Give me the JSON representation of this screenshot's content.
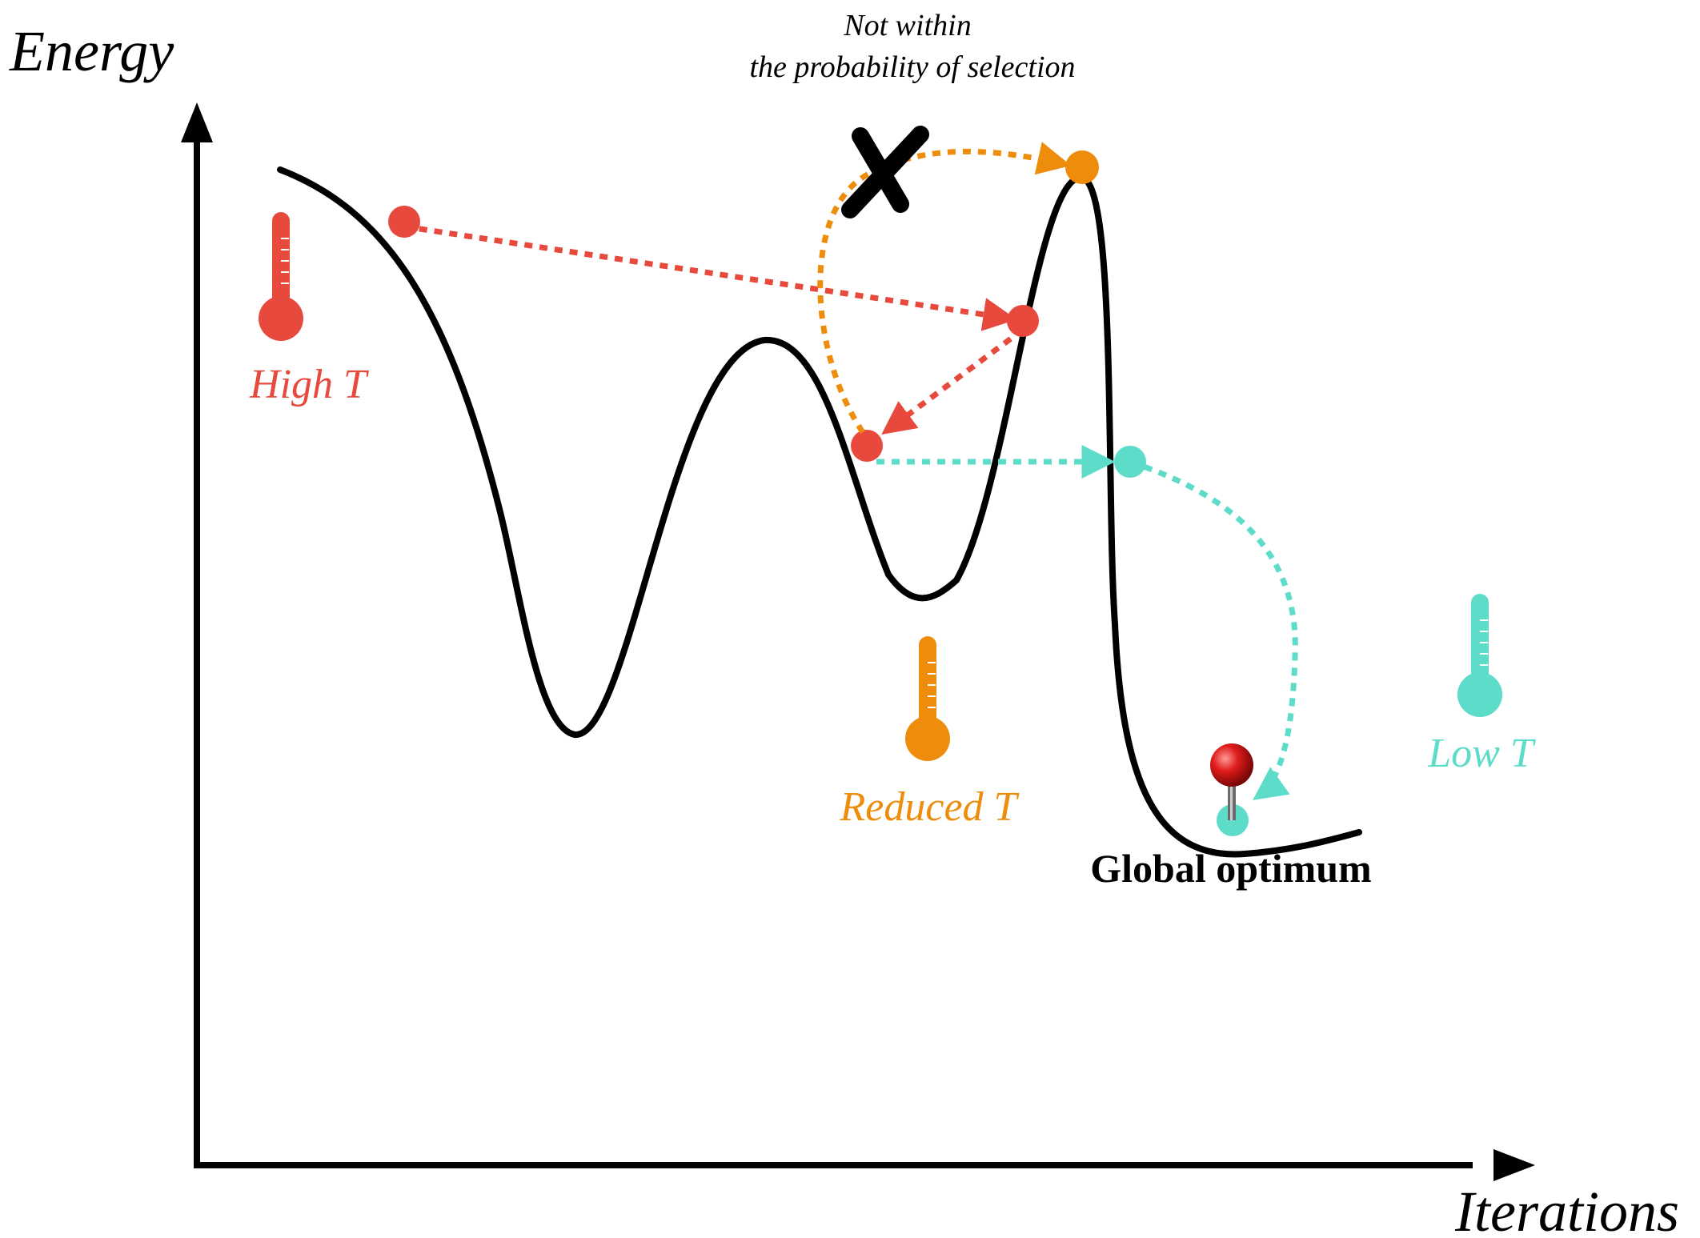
{
  "axes": {
    "y_label": "Energy",
    "x_label": "Iterations"
  },
  "annotation": {
    "line1": "Not within",
    "line2": "the probability of selection"
  },
  "temperatures": {
    "high": "High T",
    "reduced": "Reduced T",
    "low": "Low T"
  },
  "optimum": {
    "label": "Global optimum"
  },
  "colors": {
    "high": "#e8493d",
    "reduced": "#ee8c0c",
    "low": "#5dddc9",
    "curve": "#000000"
  },
  "icons": {
    "thermometer": "thermometer-icon",
    "reject": "cross-icon",
    "pin": "pushpin-icon"
  }
}
